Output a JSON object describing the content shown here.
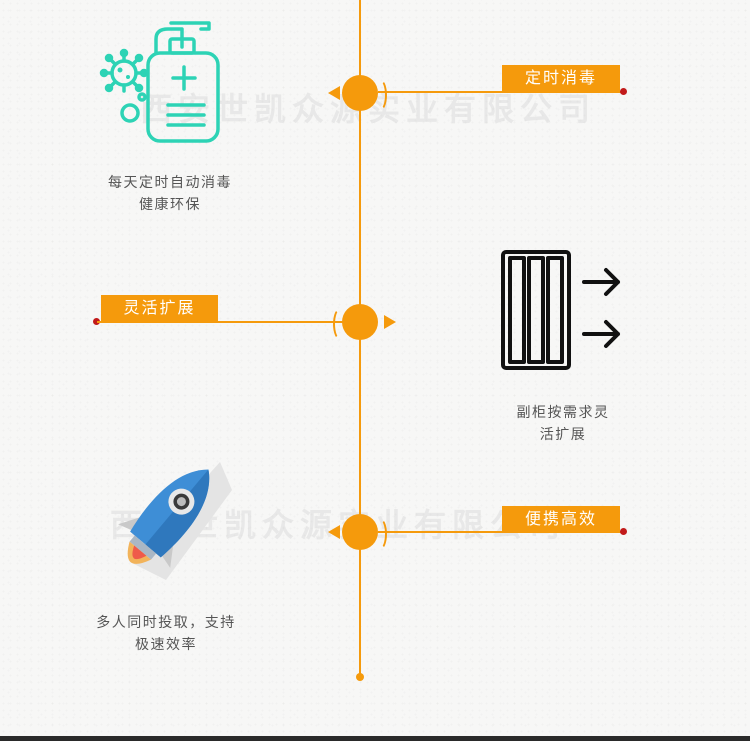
{
  "watermark": {
    "text_top": "西安世凯众源实业有限公司",
    "text_mid": "西安世凯众源实业有限公司"
  },
  "features": [
    {
      "tag": "定时消毒",
      "caption_line1": "每天定时自动消毒",
      "caption_line2": "健康环保",
      "icon": "sanitizer-icon"
    },
    {
      "tag": "灵活扩展",
      "caption_line1": "副柜按需求灵",
      "caption_line2": "活扩展",
      "icon": "expand-cabinet-icon"
    },
    {
      "tag": "便携高效",
      "caption_line1": "多人同时投取，支持",
      "caption_line2": "极速效率",
      "icon": "rocket-icon"
    }
  ],
  "colors": {
    "accent": "#f59a0c",
    "dot": "#c21a1a",
    "teal": "#2dd3b5",
    "rocket_blue": "#3e8ed6"
  }
}
